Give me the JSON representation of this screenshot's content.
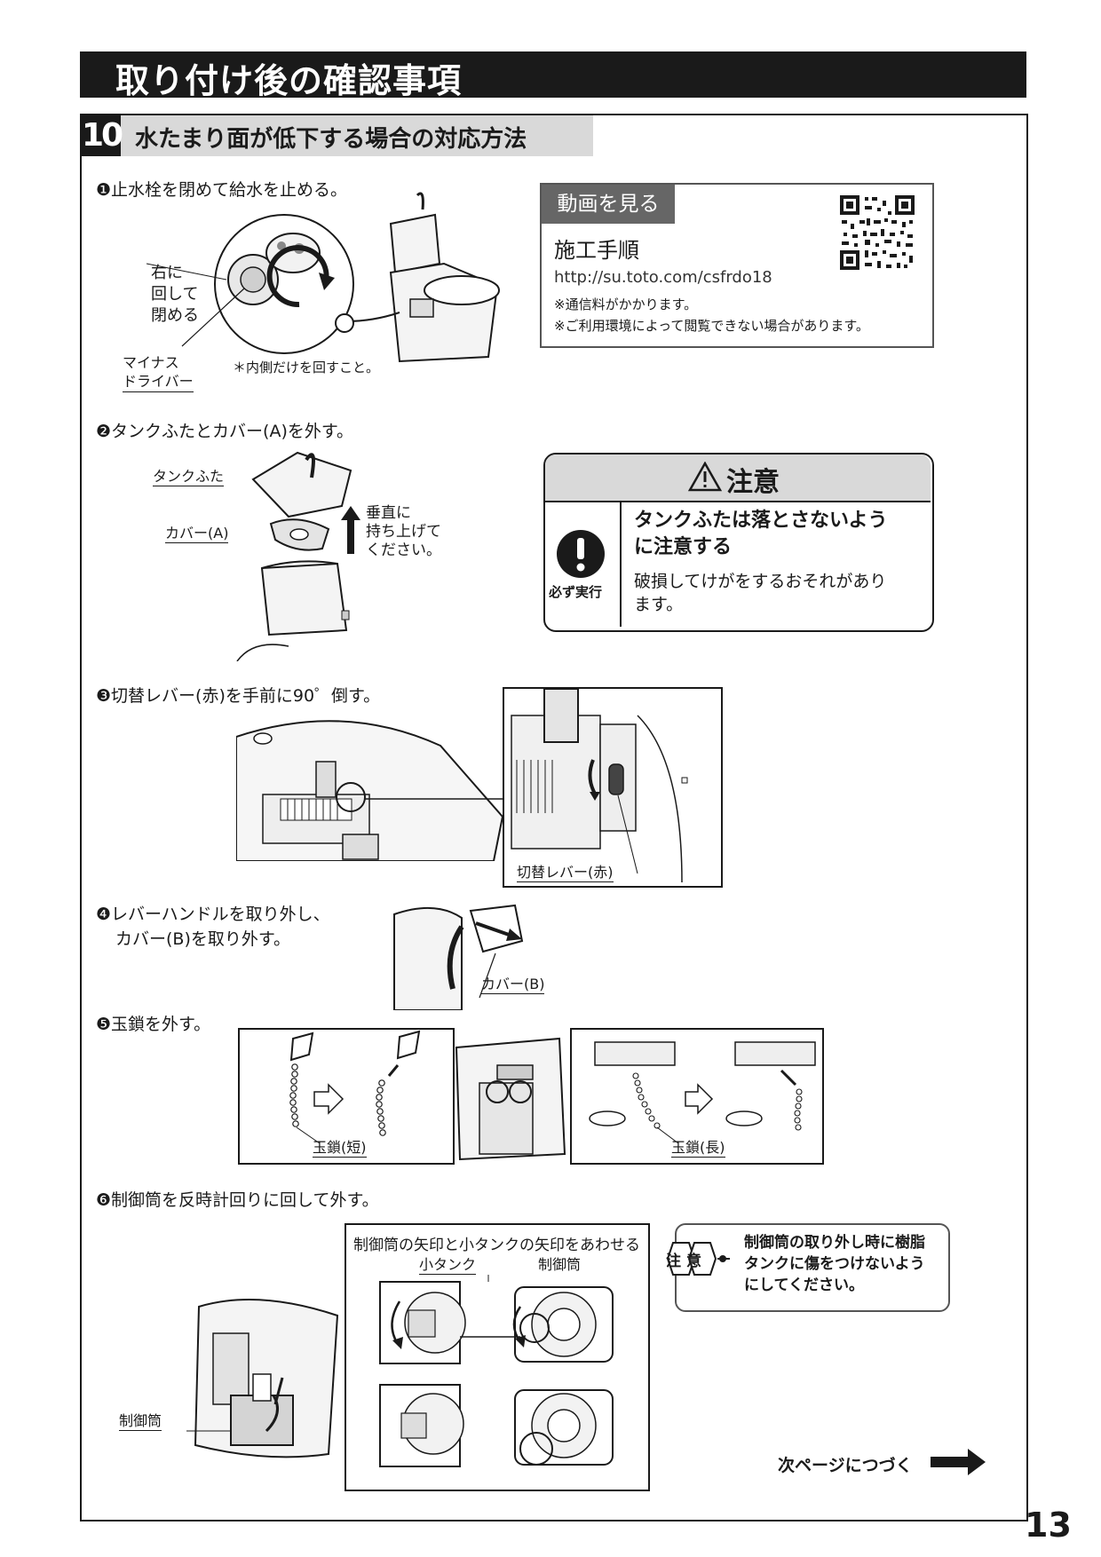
{
  "page": {
    "section_title": "取り付け後の確認事項",
    "page_number": "13",
    "next_page": "次ページにつづく"
  },
  "subsection": {
    "number": "10",
    "title": "水たまり面が低下する場合の対応方法"
  },
  "steps": {
    "s1": "❶止水栓を閉めて給水を止める。",
    "s2": "❷タンクふたとカバー(A)を外す。",
    "s3": "❸切替レバー(赤)を手前に90゜倒す。",
    "s4_line1": "❹レバーハンドルを取り外し、",
    "s4_line2": "カバー(B)を取り外す。",
    "s5": "❺玉鎖を外す。",
    "s6": "❻制御筒を反時計回りに回して外す。"
  },
  "step1": {
    "rotate_line1": "右に",
    "rotate_line2": "回して",
    "rotate_line3": "閉める",
    "driver_line1": "マイナス",
    "driver_line2": "ドライバー",
    "note": "＊内側だけを回すこと。"
  },
  "video": {
    "tag": "動画を見る",
    "title": "施工手順",
    "url": "http://su.toto.com/csfrdo18",
    "note1": "※通信料がかかります。",
    "note2": "※ご利用環境によって閲覧できない場合があります。"
  },
  "step2": {
    "tank_lid": "タンクふた",
    "cover_a": "カバー(A)",
    "lift_line1": "垂直に",
    "lift_line2": "持ち上げて",
    "lift_line3": "ください。"
  },
  "warning": {
    "heading": "注意",
    "icon_label": "必ず実行",
    "main_line1": "タンクふたは落とさないよう",
    "main_line2": "に注意する",
    "sub_line1": "破損してけがをするおそれがあり",
    "sub_line2": "ます。"
  },
  "step3": {
    "lever_label": "切替レバー(赤)"
  },
  "step4": {
    "cover_b": "カバー(B)"
  },
  "step5": {
    "chain_short": "玉鎖(短)",
    "chain_long": "玉鎖(長)"
  },
  "step6": {
    "align_title": "制御筒の矢印と小タンクの矢印をあわせる",
    "small_tank": "小タンク",
    "control_cylinder": "制御筒",
    "control_cylinder_left": "制御筒",
    "caution_badge_1": "注",
    "caution_badge_2": "意",
    "caution_line1": "制御筒の取り外し時に樹脂",
    "caution_line2": "タンクに傷をつけないよう",
    "caution_line3": "にしてください。"
  },
  "colors": {
    "dark": "#1a1a1a",
    "gray_bar": "#d9d9d9",
    "tag_gray": "#666666"
  }
}
